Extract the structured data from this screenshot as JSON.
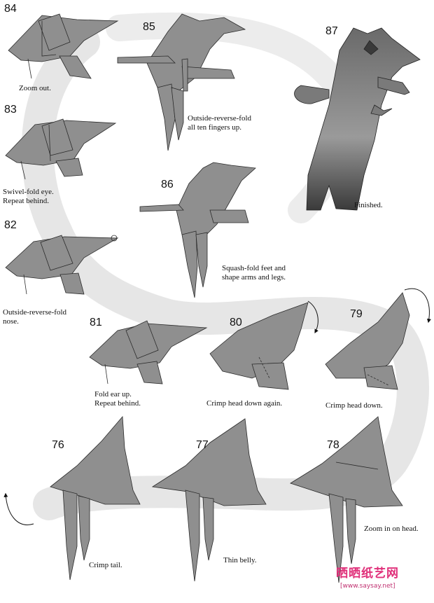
{
  "steps": [
    {
      "number": "84",
      "caption": "Zoom out."
    },
    {
      "number": "83",
      "caption": "Swivel-fold eye.\nRepeat behind."
    },
    {
      "number": "82",
      "caption": "Outside-reverse-fold\nnose."
    },
    {
      "number": "85",
      "caption": "Outside-reverse-fold\nall ten fingers up."
    },
    {
      "number": "86",
      "caption": "Squash-fold feet and\nshape arms and legs."
    },
    {
      "number": "87",
      "caption": "Finished."
    },
    {
      "number": "81",
      "caption": "Fold ear up.\nRepeat behind."
    },
    {
      "number": "80",
      "caption": "Crimp head down again."
    },
    {
      "number": "79",
      "caption": "Crimp head down."
    },
    {
      "number": "76",
      "caption": "Crimp tail."
    },
    {
      "number": "77",
      "caption": "Thin belly."
    },
    {
      "number": "78",
      "caption": "Zoom in on head."
    }
  ],
  "watermark": {
    "logo_text": "晒晒纸艺网",
    "url": "[www.saysay.net]"
  },
  "colors": {
    "fold_fill": "#8f8f8f",
    "fold_stroke": "#2a2a2a",
    "ghost_trail": "#e4e4e4",
    "arrow": "#111111"
  }
}
